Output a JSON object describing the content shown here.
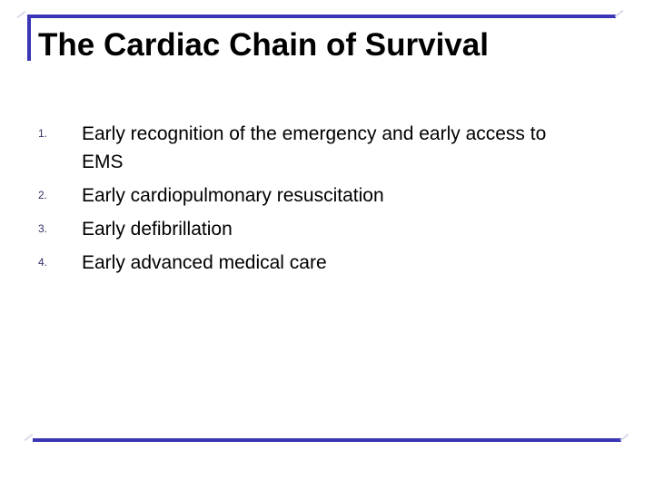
{
  "slide": {
    "title": "The Cardiac Chain of Survival",
    "colors": {
      "accent": "#3935b5",
      "accent_faint": "#d9d9ec",
      "number": "#333366",
      "text": "#000000",
      "background": "#ffffff"
    }
  },
  "list": {
    "items": [
      {
        "number": "1.",
        "text": "Early recognition of the emergency and early access to EMS"
      },
      {
        "number": "2.",
        "text": "Early cardiopulmonary resuscitation"
      },
      {
        "number": "3.",
        "text": "Early defibrillation"
      },
      {
        "number": "4.",
        "text": "Early advanced medical care"
      }
    ]
  }
}
